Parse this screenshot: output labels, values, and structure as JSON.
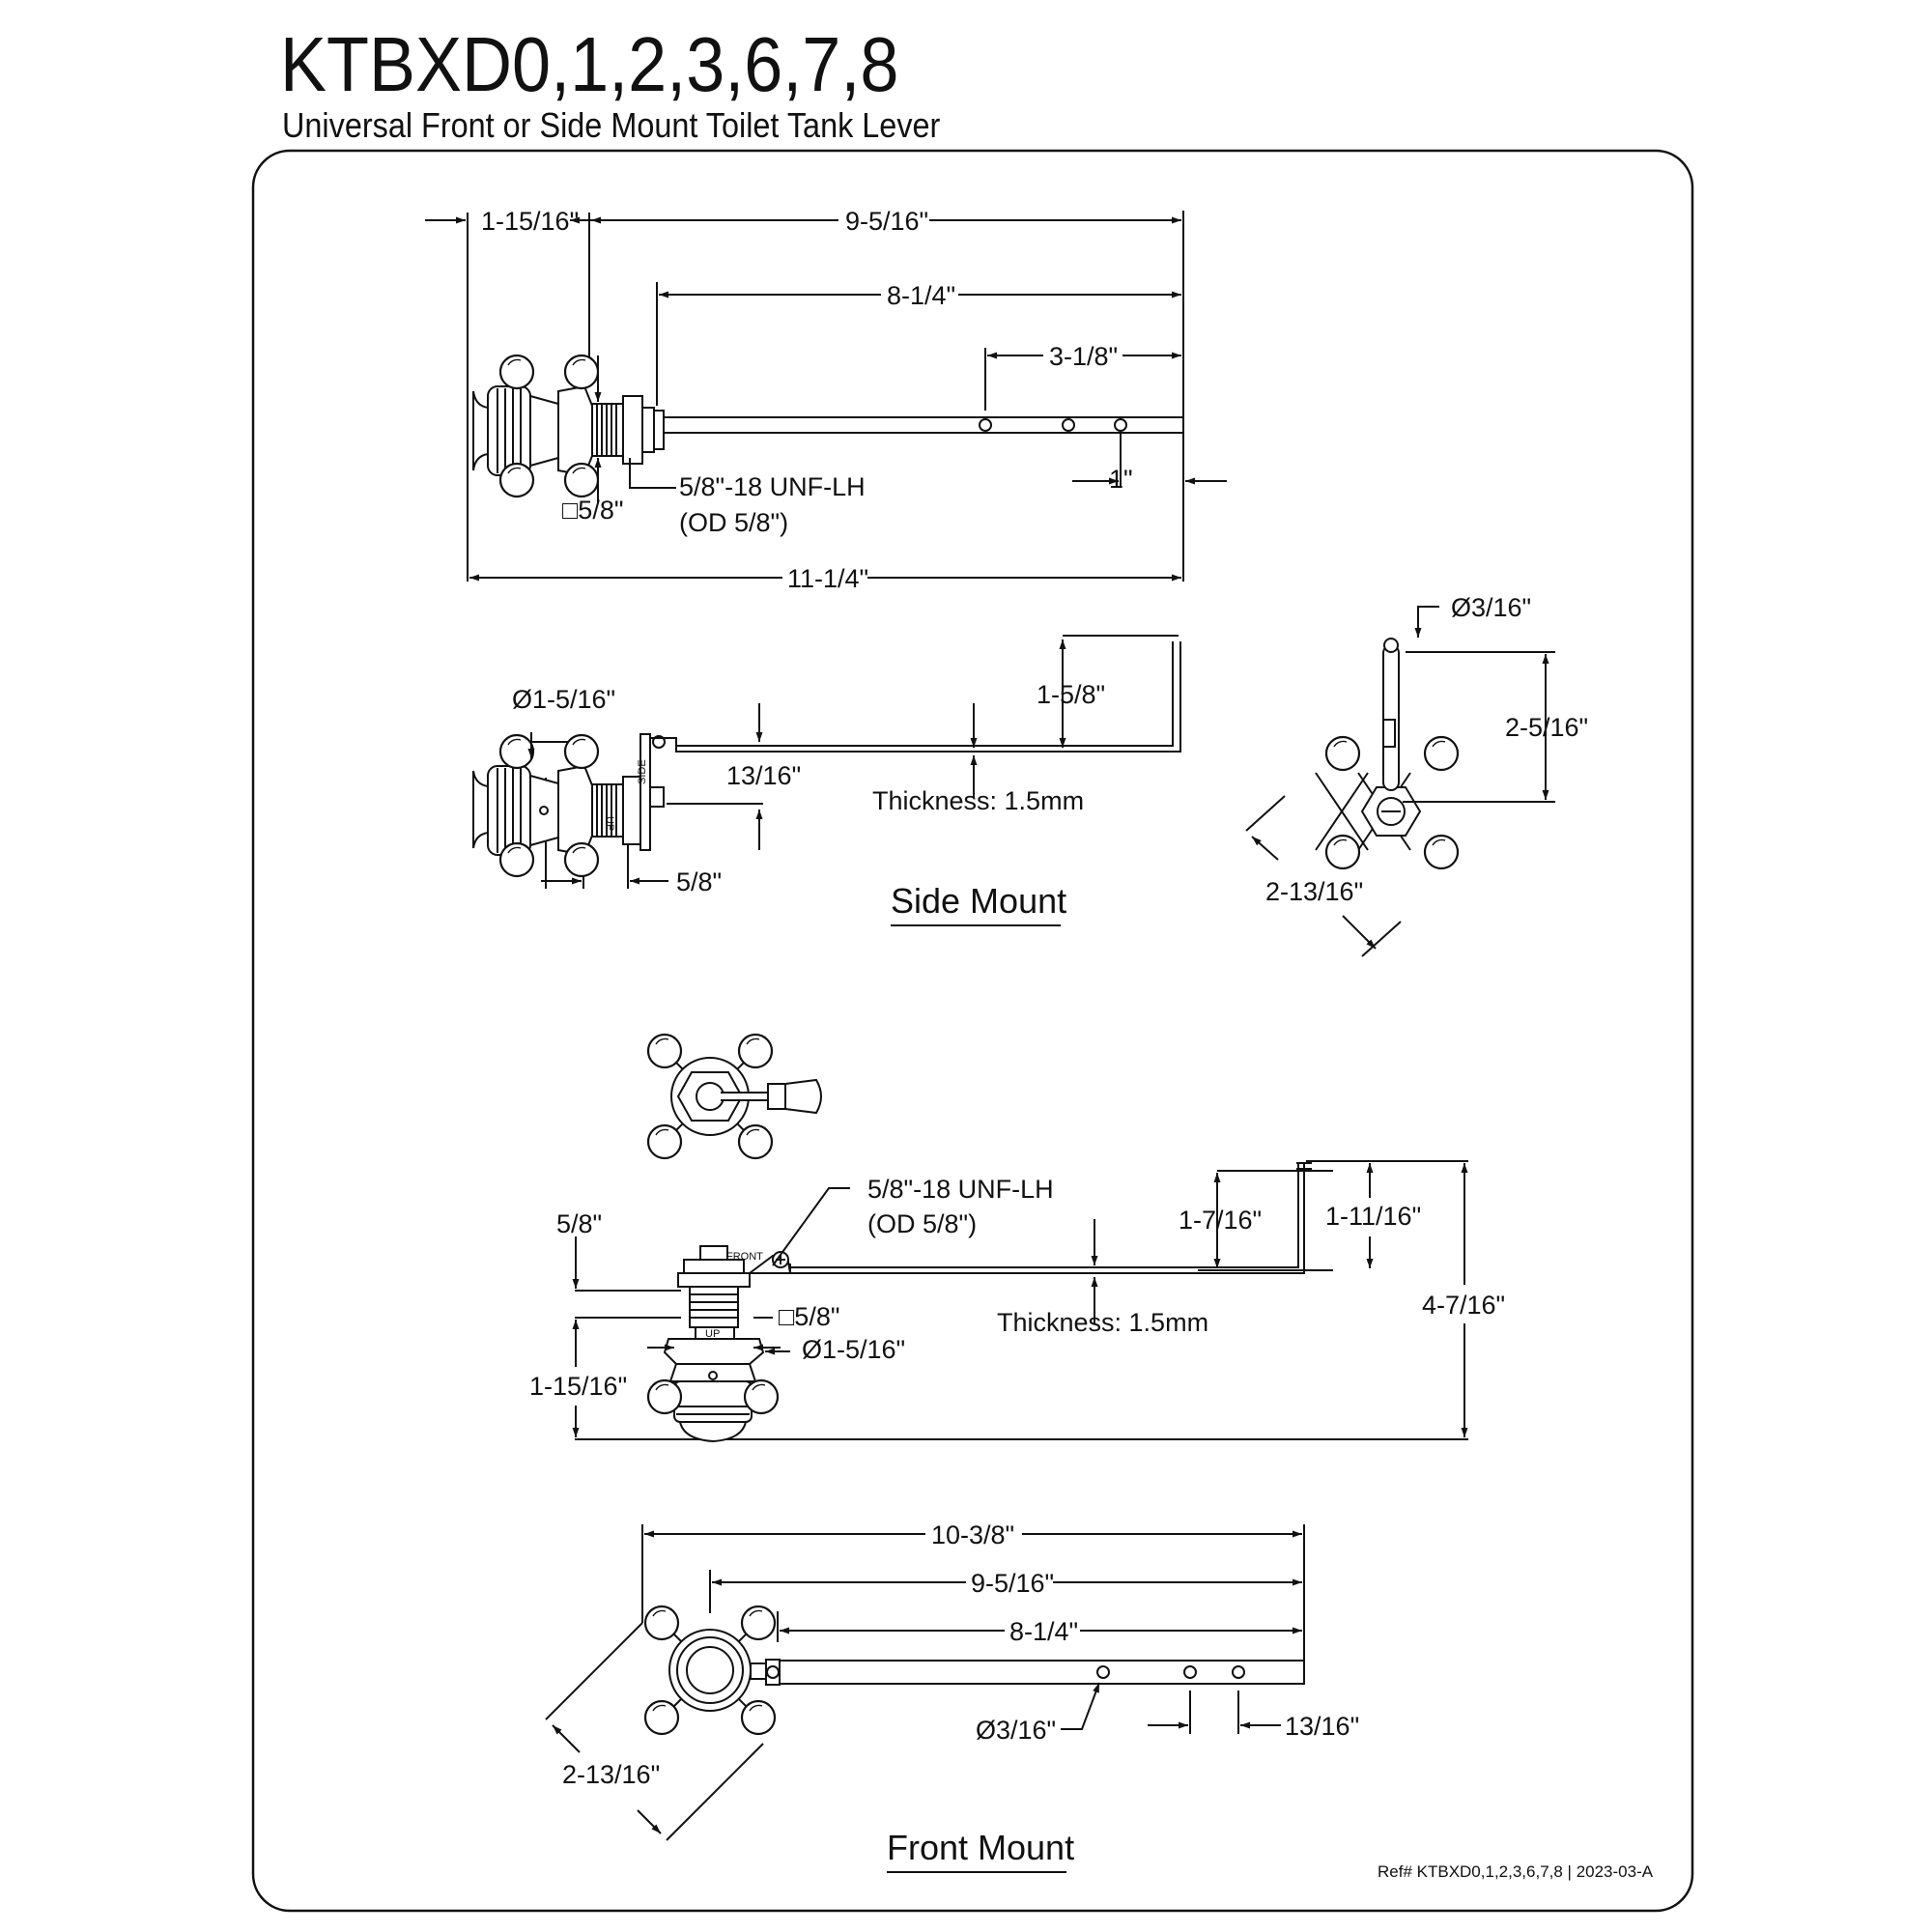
{
  "header": {
    "model": "KTBXD0,1,2,3,6,7,8",
    "description": "Universal Front or Side Mount Toilet Tank Lever"
  },
  "top_view": {
    "dim_handle": "1-15/16\"",
    "dim_overall_arm": "9-5/16\"",
    "dim_arm": "8-1/4\"",
    "dim_holes": "3-1/8\"",
    "dim_end": "1\"",
    "dim_square": "□5/8\"",
    "thread": "5/8\"-18 UNF-LH",
    "thread_od": "(OD 5/8\")",
    "dim_total": "11-1/4\""
  },
  "side_mount": {
    "label": "Side Mount",
    "dim_diameter": "Ø1-5/16\"",
    "dim_drop": "1-5/8\"",
    "dim_offset": "13/16\"",
    "thickness": "Thickness: 1.5mm",
    "dim_nut": "5/8\"",
    "plate_mark": "SIDE",
    "thread_mark": "UP"
  },
  "end_view": {
    "dim_hole": "Ø3/16\"",
    "dim_height": "2-5/16\"",
    "dim_span": "2-13/16\""
  },
  "front_mount": {
    "label": "Front Mount",
    "thread": "5/8\"-18 UNF-LH",
    "thread_od": "(OD 5/8\")",
    "dim_nut": "5/8\"",
    "dim_drop": "1-7/16\"",
    "dim_rise": "1-11/16\"",
    "dim_total_height": "4-7/16\"",
    "dim_square": "□5/8\"",
    "dim_diameter": "Ø1-5/16\"",
    "dim_handle": "1-15/16\"",
    "thickness": "Thickness: 1.5mm",
    "plate_mark": "FRONT",
    "thread_mark": "UP",
    "dim_overall": "10-3/8\"",
    "dim_arm_overall": "9-5/16\"",
    "dim_arm": "8-1/4\"",
    "dim_hole": "Ø3/16\"",
    "dim_end": "13/16\"",
    "dim_span": "2-13/16\""
  },
  "footer": {
    "ref": "Ref# KTBXD0,1,2,3,6,7,8 | 2023-03-A"
  }
}
